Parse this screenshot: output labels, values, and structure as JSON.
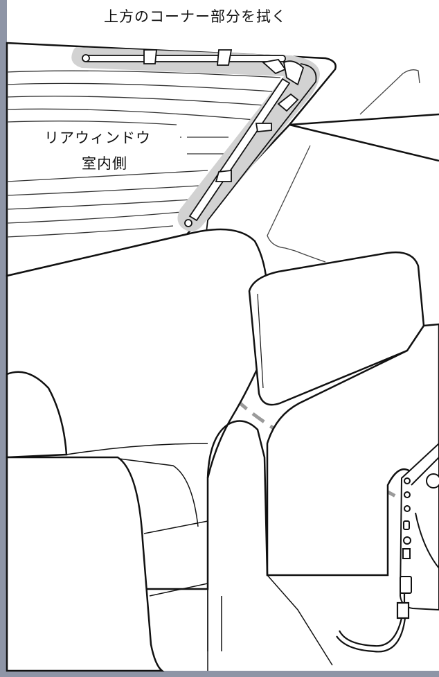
{
  "labels": {
    "top_corner": "上方のコーナー部分を拭く",
    "rear_window_line1": "リアウィンドウ",
    "rear_window_line2": "室内側"
  },
  "colors": {
    "frame": "#8e95a6",
    "highlight": "#d2d2d2",
    "line": "#111111",
    "cable_dashed": "#9a9a9a"
  }
}
